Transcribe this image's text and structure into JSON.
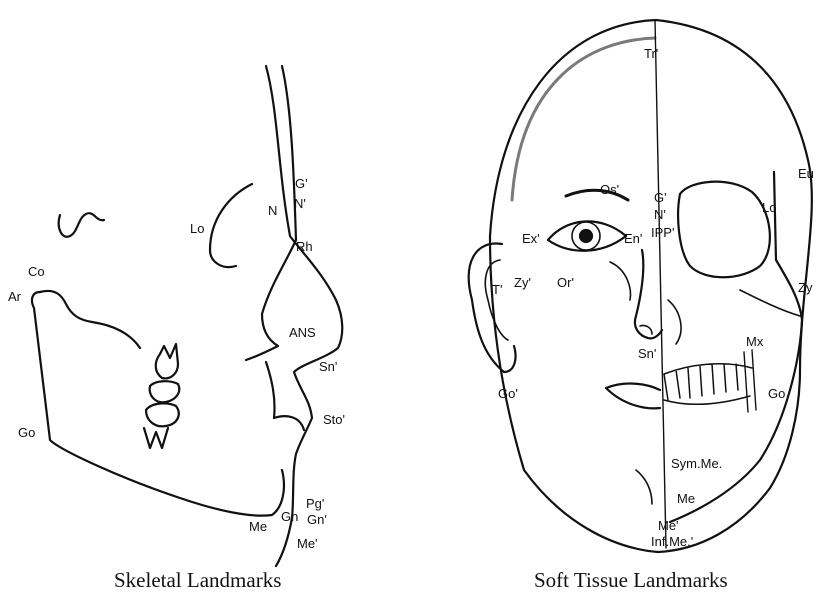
{
  "captions": {
    "left": "Skeletal Landmarks",
    "right": "Soft Tissue Landmarks"
  },
  "skeletal_labels": {
    "co": "Co",
    "ar": "Ar",
    "go": "Go",
    "lo": "Lo",
    "n": "N",
    "g_prime": "G'",
    "n_prime": "N'",
    "rh": "Rh",
    "ans": "ANS",
    "sn_prime": "Sn'",
    "sto_prime": "Sto'",
    "pg_prime": "Pg'",
    "gn_prime": "Gn'",
    "gn": "Gn",
    "me": "Me",
    "me_prime": "Me'"
  },
  "soft_tissue_labels": {
    "tr_prime": "Tr'",
    "os_prime": "Os'",
    "g_prime": "G'",
    "n_prime": "N'",
    "ex_prime": "Ex'",
    "en_prime": "En'",
    "ipp_prime": "IPP'",
    "lo": "Lo",
    "eu": "Eu",
    "t_prime": "T'",
    "zy_prime": "Zy'",
    "or_prime": "Or'",
    "zy": "Zy",
    "mx": "Mx",
    "sn_prime": "Sn'",
    "go_prime": "Go'",
    "go": "Go",
    "sym_me": "Sym.Me.",
    "me": "Me",
    "me_prime": "Me'",
    "inf_me": "Inf.Me.'"
  }
}
